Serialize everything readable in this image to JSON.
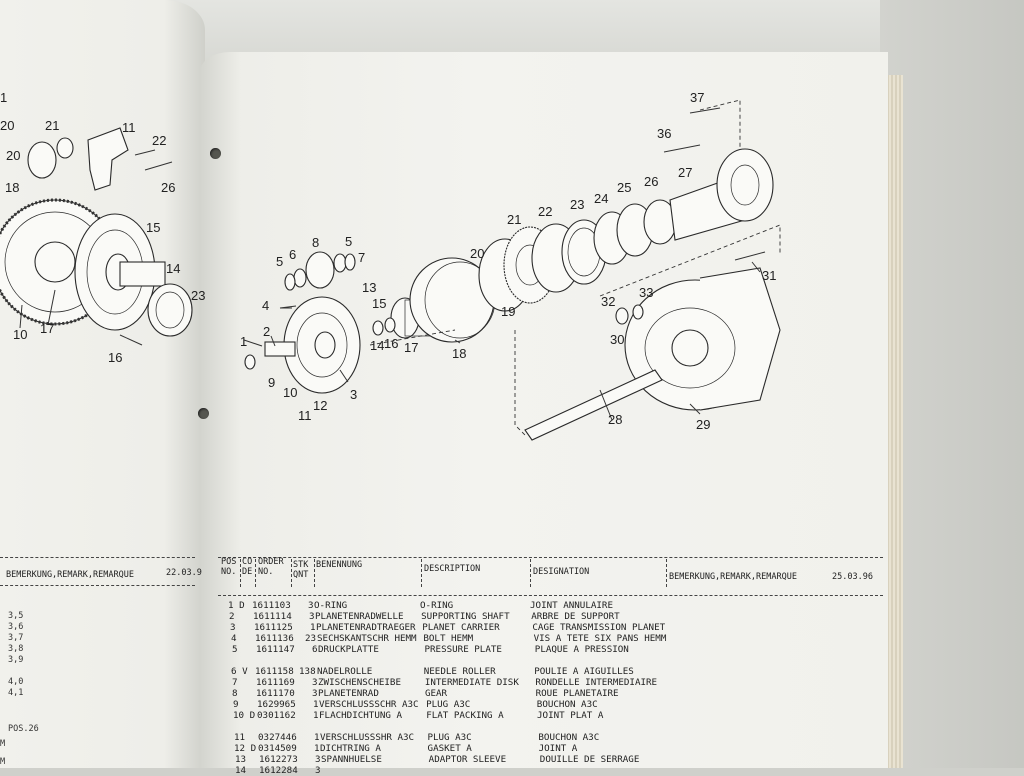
{
  "left_page": {
    "callouts": [
      "1",
      "20",
      "21",
      "11",
      "22",
      "20",
      "18",
      "26",
      "15",
      "14",
      "23",
      "10",
      "17",
      "16"
    ],
    "header_remark": "BEMERKUNG,REMARK,REMARQUE",
    "header_date": "22.03.9",
    "values": [
      "3,5",
      "3,6",
      "3,7",
      "3,8",
      "3,9",
      "4,0",
      "4,1",
      "POS.26",
      "M",
      "M"
    ]
  },
  "diagram": {
    "callouts": [
      "37",
      "36",
      "27",
      "26",
      "25",
      "24",
      "23",
      "22",
      "21",
      "20",
      "19",
      "18",
      "17",
      "16",
      "15",
      "14",
      "13",
      "8",
      "6",
      "5",
      "5",
      "7",
      "4",
      "2",
      "1",
      "3",
      "9",
      "10",
      "11",
      "12",
      "31",
      "32",
      "33",
      "30",
      "28",
      "29"
    ]
  },
  "table": {
    "header": {
      "pos": "POS\nNO.",
      "code": "CO\nDE",
      "order": "ORDER\nNO.",
      "stk": "STK\nQNT",
      "benennung": "BENENNUNG",
      "description": "DESCRIPTION",
      "designation": "DESIGNATION",
      "remark": "BEMERKUNG,REMARK,REMARQUE",
      "date": "25.03.96"
    },
    "rows": [
      {
        "pos": "1 D",
        "order": "1611103",
        "qty": "3",
        "de": "O-RING",
        "en": "O-RING",
        "fr": "JOINT ANNULAIRE"
      },
      {
        "pos": "2",
        "order": "1611114",
        "qty": "3",
        "de": "PLANETENRADWELLE",
        "en": "SUPPORTING SHAFT",
        "fr": "ARBRE DE SUPPORT"
      },
      {
        "pos": "3",
        "order": "1611125",
        "qty": "1",
        "de": "PLANETENRADTRAEGER",
        "en": "PLANET CARRIER",
        "fr": "CAGE TRANSMISSION PLANET"
      },
      {
        "pos": "4",
        "order": "1611136",
        "qty": "23",
        "de": "SECHSKANTSCHR HEMM",
        "en": "BOLT HEMM",
        "fr": "VIS A TETE SIX PANS HEMM"
      },
      {
        "pos": "5",
        "order": "1611147",
        "qty": "6",
        "de": "DRUCKPLATTE",
        "en": "PRESSURE PLATE",
        "fr": "PLAQUE A PRESSION"
      },
      {
        "pos": "6 V",
        "order": "1611158",
        "qty": "138",
        "de": "NADELROLLE",
        "en": "NEEDLE ROLLER",
        "fr": "POULIE A AIGUILLES"
      },
      {
        "pos": "7",
        "order": "1611169",
        "qty": "3",
        "de": "ZWISCHENSCHEIBE",
        "en": "INTERMEDIATE DISK",
        "fr": "RONDELLE INTERMEDIAIRE"
      },
      {
        "pos": "8",
        "order": "1611170",
        "qty": "3",
        "de": "PLANETENRAD",
        "en": "GEAR",
        "fr": "ROUE PLANETAIRE"
      },
      {
        "pos": "9",
        "order": "1629965",
        "qty": "1",
        "de": "VERSCHLUSSSCHR A3C",
        "en": "PLUG A3C",
        "fr": "BOUCHON A3C"
      },
      {
        "pos": "10 D",
        "order": "0301162",
        "qty": "1",
        "de": "FLACHDICHTUNG A",
        "en": "FLAT PACKING A",
        "fr": "JOINT PLAT A"
      },
      {
        "pos": "11",
        "order": "0327446",
        "qty": "1",
        "de": "VERSCHLUSSSHR A3C",
        "en": "PLUG A3C",
        "fr": "BOUCHON A3C"
      },
      {
        "pos": "12 D",
        "order": "0314509",
        "qty": "1",
        "de": "DICHTRING A",
        "en": "GASKET A",
        "fr": "JOINT A"
      },
      {
        "pos": "13",
        "order": "1612273",
        "qty": "3",
        "de": "SPANNHUELSE",
        "en": "ADAPTOR SLEEVE",
        "fr": "DOUILLE DE SERRAGE"
      },
      {
        "pos": "14",
        "order": "1612284",
        "qty": "3",
        "de": "",
        "en": "",
        "fr": ""
      }
    ]
  }
}
